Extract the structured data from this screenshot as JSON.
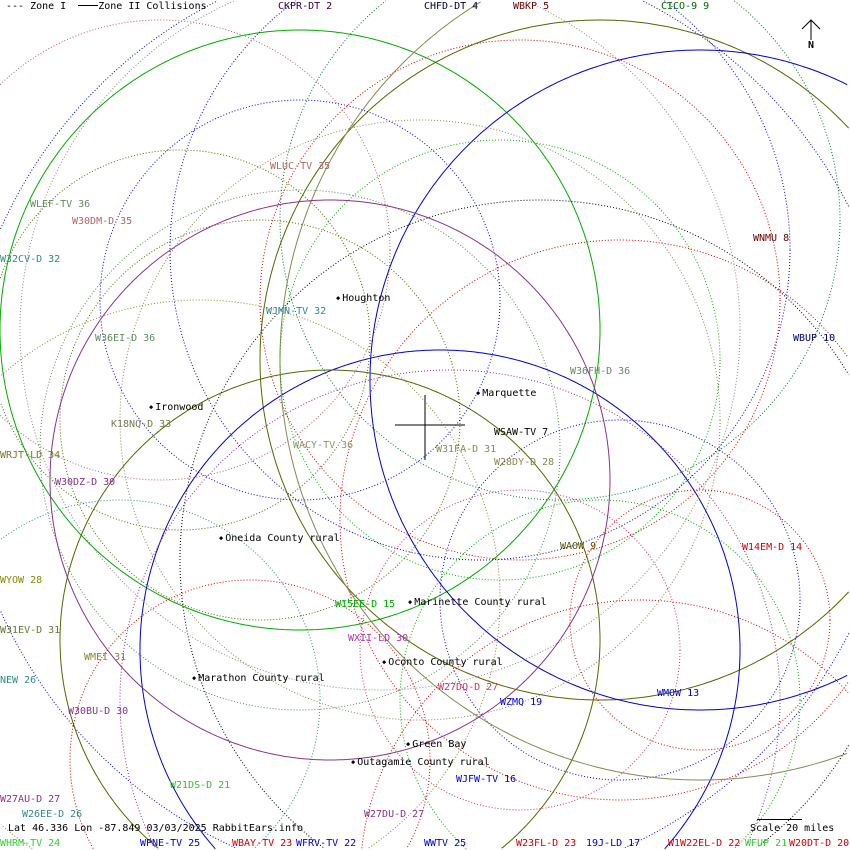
{
  "legend": {
    "zone1": "--- Zone I",
    "zone2": "Zone II Collisions"
  },
  "north_label": "N",
  "status": "Lat 46.336 Lon -87.849 03/03/2025 RabbitEars.info",
  "scale": "Scale 20 miles",
  "cities": [
    "Houghton",
    "Ironwood",
    "Marquette",
    "Oneida County rural",
    "Marinette County rural",
    "Oconto County rural",
    "Marathon County rural",
    "Green Bay",
    "Outagamie County rural"
  ],
  "stations": [
    {
      "label": "CKPR-DT 2",
      "color": "#3b0033"
    },
    {
      "label": "CHFD-DT 4",
      "color": "#000033"
    },
    {
      "label": "WBKP 5",
      "color": "#660000"
    },
    {
      "label": "CICO-9 9",
      "color": "#006600"
    },
    {
      "label": "WLUC-TV 35",
      "color": "#aa6666"
    },
    {
      "label": "WLEF-TV 36",
      "color": "#668866"
    },
    {
      "label": "W30DM-D 35",
      "color": "#aa6666"
    },
    {
      "label": "W32CV-D 32",
      "color": "#338888"
    },
    {
      "label": "WNMU 8",
      "color": "#660000"
    },
    {
      "label": "WBUP 10",
      "color": "#000066"
    },
    {
      "label": "WJMN-TV 32",
      "color": "#338888"
    },
    {
      "label": "W36EI-D 36",
      "color": "#668866"
    },
    {
      "label": "W36FH-D 36",
      "color": "#668866"
    },
    {
      "label": "K18NQ-D 33",
      "color": "#777755"
    },
    {
      "label": "WSAW-TV 7",
      "color": "#000000"
    },
    {
      "label": "WACY-TV 36",
      "color": "#889966"
    },
    {
      "label": "W31FA-D 31",
      "color": "#888855"
    },
    {
      "label": "W28DY-D 28",
      "color": "#888855"
    },
    {
      "label": "WRJT-LD 34",
      "color": "#777733"
    },
    {
      "label": "W30DZ-D 30",
      "color": "#883388"
    },
    {
      "label": "WAOW 9",
      "color": "#555500"
    },
    {
      "label": "W14EM-D 14",
      "color": "#cc0000"
    },
    {
      "label": "WYOW 28",
      "color": "#888800"
    },
    {
      "label": "W15EE-D 15",
      "color": "#00aa00"
    },
    {
      "label": "W31EV-D 31",
      "color": "#667733"
    },
    {
      "label": "WXII-LD 30",
      "color": "#aa33aa"
    },
    {
      "label": "WMEI 31",
      "color": "#888833"
    },
    {
      "label": "NEW 26",
      "color": "#338888"
    },
    {
      "label": "W27DQ-D 27",
      "color": "#cc3366"
    },
    {
      "label": "WMOW 13",
      "color": "#0000cc"
    },
    {
      "label": "W30BU-D 30",
      "color": "#883388"
    },
    {
      "label": "WZMQ 19",
      "color": "#0000cc"
    },
    {
      "label": "WJFW-TV 16",
      "color": "#0000cc"
    },
    {
      "label": "W21DS-D 21",
      "color": "#33bb33"
    },
    {
      "label": "W27AU-D 27",
      "color": "#883388"
    },
    {
      "label": "W26EE-D 26",
      "color": "#338888"
    },
    {
      "label": "W27DU-D 27",
      "color": "#883388"
    },
    {
      "label": "WHRM-TV 24",
      "color": "#33cc33"
    },
    {
      "label": "WPNE-TV 25",
      "color": "#0000cc"
    },
    {
      "label": "WBAY-TV 23",
      "color": "#cc0000"
    },
    {
      "label": "WFRV-TV 22",
      "color": "#0000cc"
    },
    {
      "label": "WWTV 25",
      "color": "#0000cc"
    },
    {
      "label": "W23FL-D 23",
      "color": "#cc0000"
    },
    {
      "label": "19J-LD 17",
      "color": "#0000cc"
    },
    {
      "label": "W1W22EL-D 22",
      "color": "#cc0000"
    },
    {
      "label": "WFUP 21",
      "color": "#33cc33"
    },
    {
      "label": "W20DT-D 20",
      "color": "#cc0000"
    }
  ]
}
